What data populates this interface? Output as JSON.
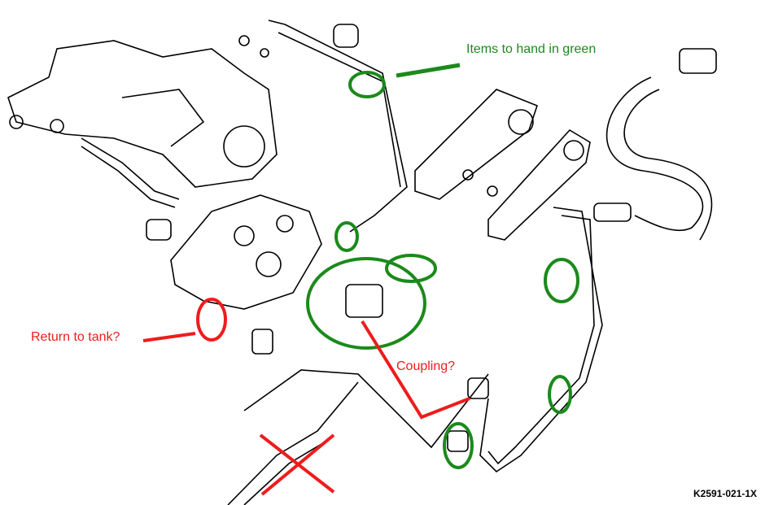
{
  "annotations": {
    "green_note": "Items to hand in green",
    "return_note": "Return to tank?",
    "coupling_note": "Coupling?"
  },
  "part_number": "K2591-021-1X",
  "colors": {
    "green": "#1b8a1b",
    "red": "#ee1c1c"
  }
}
